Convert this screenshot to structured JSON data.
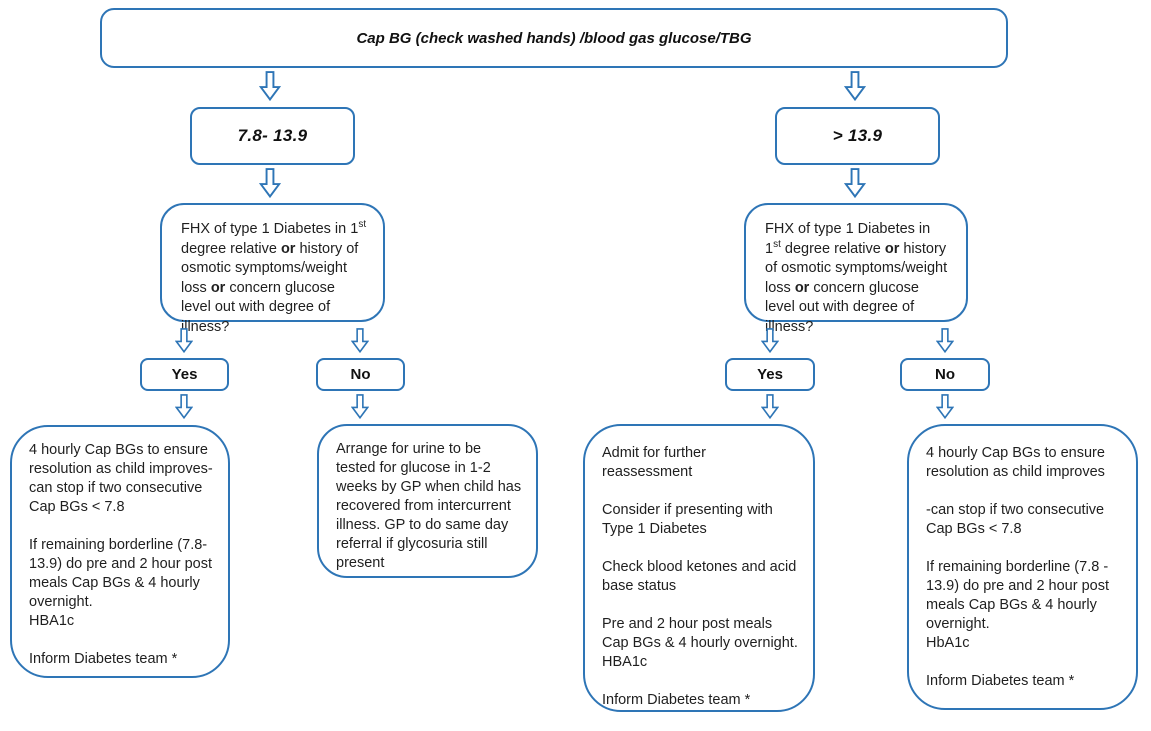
{
  "page": {
    "accent_color": "#2e75b6",
    "text_color": "#1f1f1f",
    "background": "#ffffff"
  },
  "flowchart": {
    "root": "Cap BG (check washed hands) /blood gas glucose/TBG",
    "left": {
      "range": "7.8- 13.9",
      "question": {
        "p1": "FHX of type 1 Diabetes in 1",
        "sup": "st",
        "p2": " degree relative ",
        "or1": "or",
        "p3": " history of osmotic symptoms/weight loss ",
        "or2": "or",
        "p4": " concern glucose level out with degree of illness?"
      },
      "yes": "Yes",
      "no": "No",
      "yes_outcome": {
        "p1": "4 hourly Cap BGs to ensure resolution as child improves- can stop if two consecutive Cap BGs < 7.8",
        "p2": "If remaining borderline (7.8- 13.9) do pre and 2 hour post meals Cap BGs & 4 hourly overnight.",
        "p3": "HBA1c",
        "p4": "Inform Diabetes team *"
      },
      "no_outcome": {
        "p1": "Arrange for urine to be tested for glucose in 1-2 weeks by GP when child has recovered from intercurrent illness. GP to do same day referral if glycosuria still present"
      }
    },
    "right": {
      "range": "> 13.9",
      "question": {
        "p1": "FHX of type 1 Diabetes in 1",
        "sup": "st",
        "p2": " degree relative ",
        "or1": "or",
        "p3": " history of osmotic symptoms/weight loss ",
        "or2": "or",
        "p4": " concern glucose level out with degree of illness?"
      },
      "yes": "Yes",
      "no": "No",
      "yes_outcome": {
        "p1": "Admit for further reassessment",
        "p2": "Consider if presenting with Type 1 Diabetes",
        "p3": "Check blood ketones and acid base status",
        "p4": "Pre and 2 hour post meals Cap BGs & 4 hourly overnight.",
        "p5": "HBA1c",
        "p6": "Inform Diabetes team *"
      },
      "no_outcome": {
        "p1": "4 hourly Cap BGs to ensure resolution as child improves",
        "p2": "-can stop if two consecutive Cap BGs < 7.8",
        "p3": "If remaining borderline (7.8 - 13.9) do pre and 2 hour post meals Cap BGs & 4 hourly overnight.",
        "p4": "HbA1c",
        "p5": "Inform Diabetes team *"
      }
    }
  }
}
